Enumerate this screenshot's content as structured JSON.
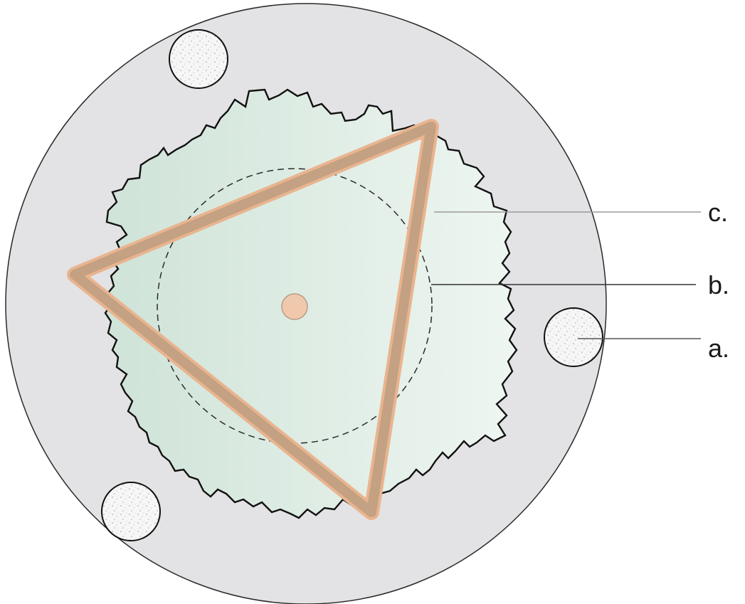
{
  "labels": {
    "c": "c.",
    "b": "b.",
    "a": "a."
  },
  "colors": {
    "disc_fill": "#e3e3e5",
    "disc_stroke": "#2a2a2a",
    "region_fill_dark": "#cfe3d8",
    "region_fill_light": "#eef6f1",
    "region_stroke": "#111111",
    "triangle_fill": "#f1d2bb",
    "triangle_inner": "#c7a682",
    "center_dot": "#f0c9ad",
    "pore_fill": "#f5f5f5",
    "leader_line": "#333333",
    "leader_line_light": "#9a9a9a"
  }
}
